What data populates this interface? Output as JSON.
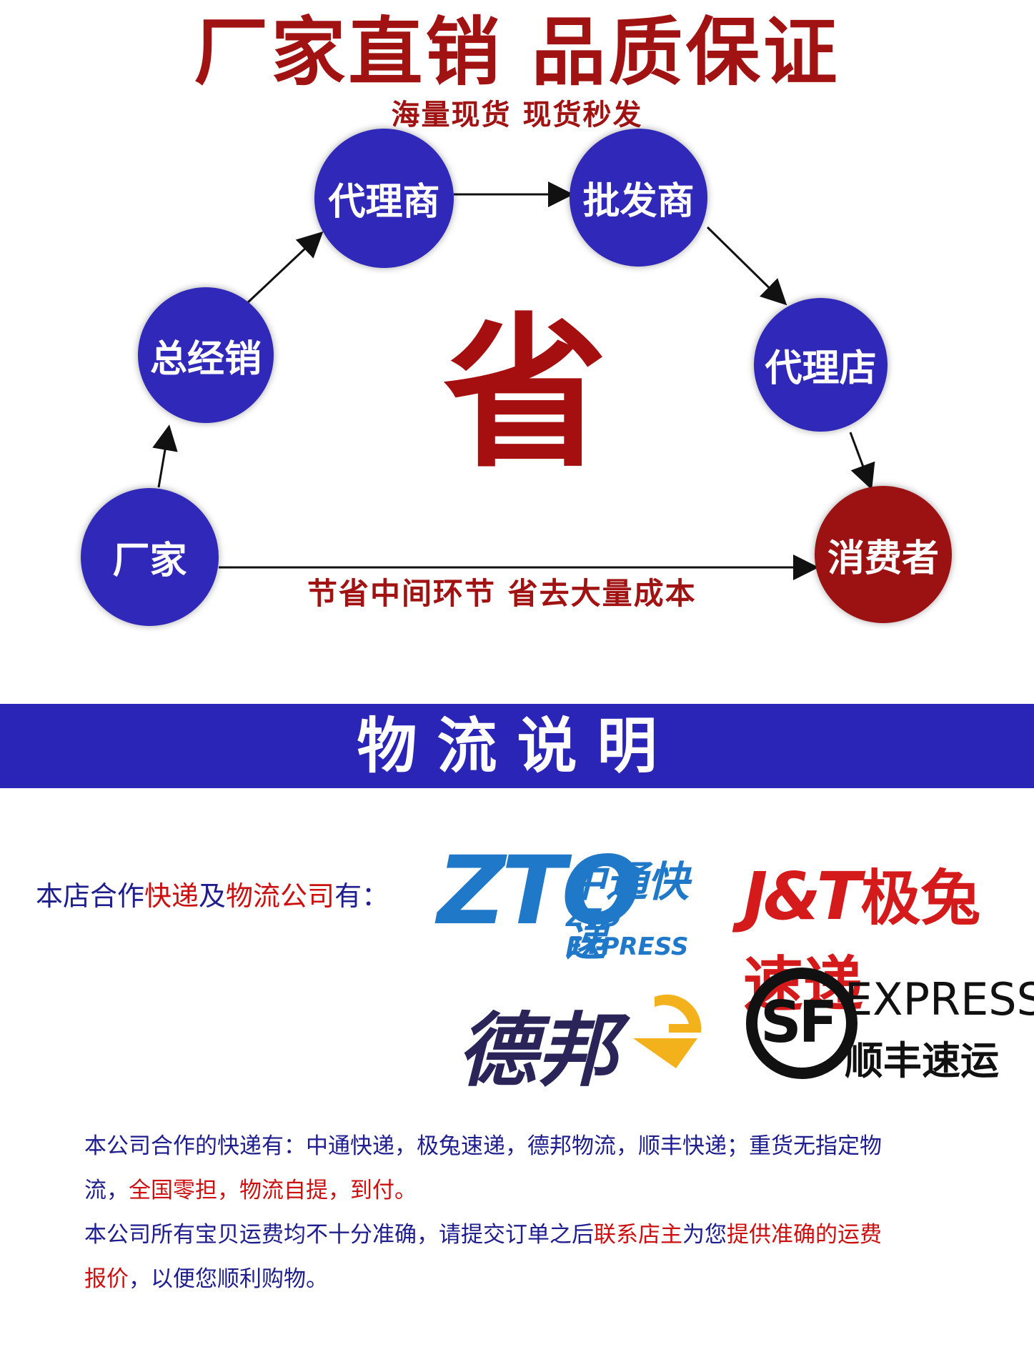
{
  "header": {
    "title": "厂家直销 品质保证",
    "subtitle": "海量现货 现货秒发"
  },
  "diagram": {
    "center_char": "省",
    "nodes": {
      "factory": "厂家",
      "general_distributor": "总经销",
      "agent": "代理商",
      "wholesaler": "批发商",
      "agent_store": "代理店",
      "consumer": "消费者"
    },
    "bottom_caption": "节省中间环节 省去大量成本"
  },
  "logistics": {
    "banner_title": "物流说明",
    "partners_label_prefix": "本店合作",
    "partners_label_hl1": "快递",
    "partners_label_mid": "及",
    "partners_label_hl2": "物流公司",
    "partners_label_suffix": "有：",
    "logos": {
      "zto_cn": "中通快递",
      "zto_en": "ZTO EXPRESS",
      "zto_mark": "ZTO",
      "jt_mark": "J&T",
      "jt_cn": "极兔速递",
      "db_cn": "德邦",
      "sf_mark": "SF",
      "sf_en": "EXPRESS",
      "sf_cn": "顺丰速运"
    },
    "para1_a": "本公司合作的快递有：中通快递，极兔速递，德邦物流，顺丰快递；重货无指定物",
    "para1_b": "流，",
    "para1_b_hl": "全国零担，物流自提，到付。",
    "para2_a": "本公司所有宝贝运费均不十分准确，请提交订单之后",
    "para2_hl1": "联系店主",
    "para2_mid": "为您",
    "para2_hl2": "提供准确的运费",
    "para2_hl3": "报价",
    "para2_end": "，以便您顺利购物。"
  },
  "colors": {
    "node_blue": "#2f28b8",
    "node_red": "#9c1212",
    "title_red": "#a11212",
    "banner_blue": "#2a25b6"
  }
}
